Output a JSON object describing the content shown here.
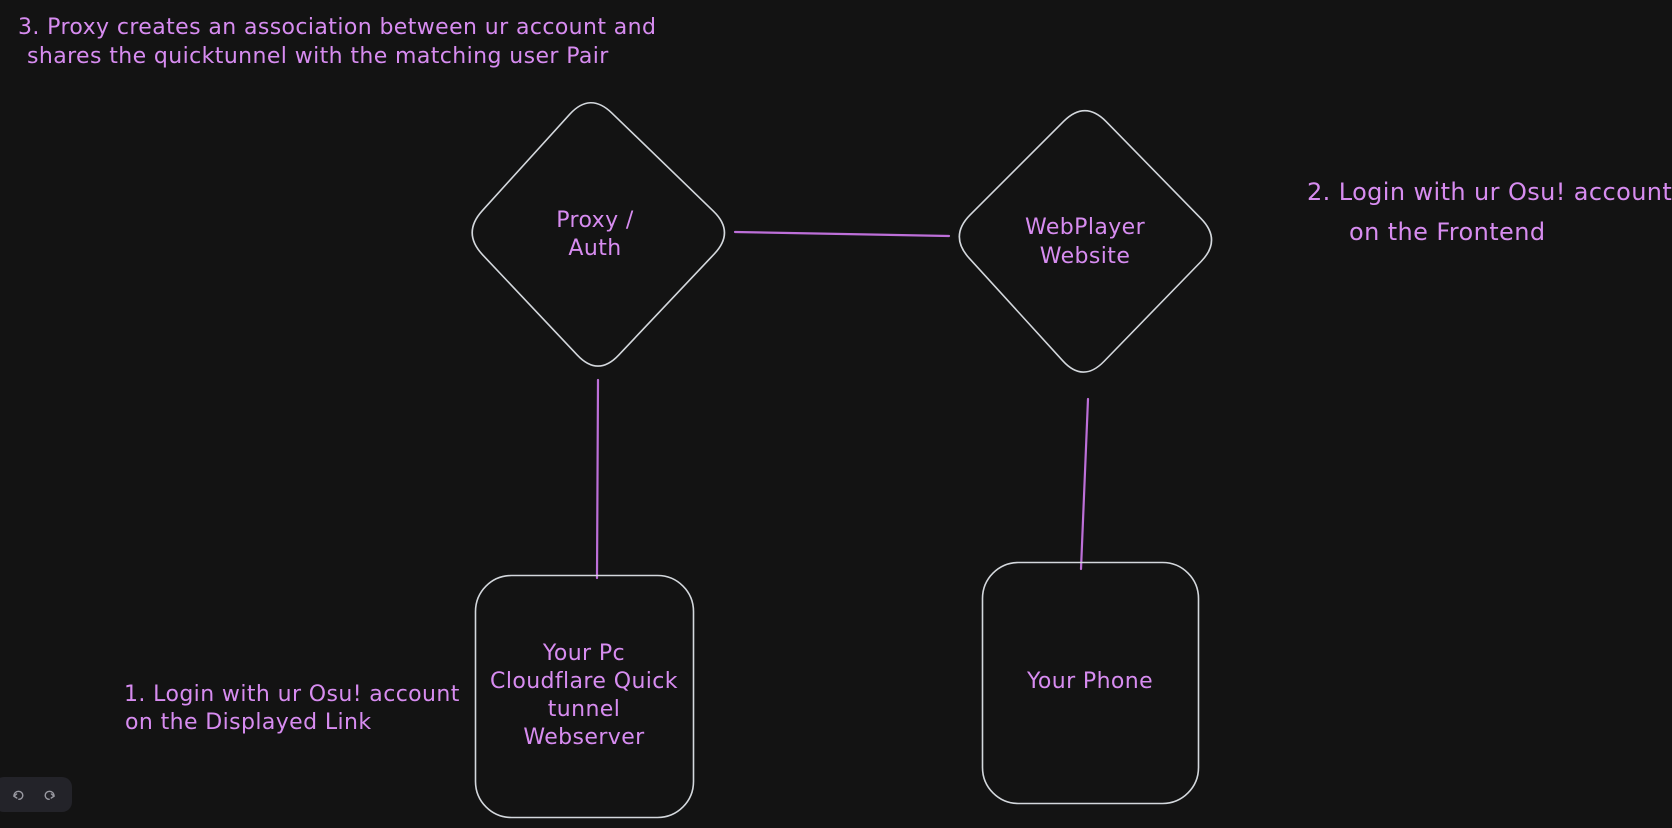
{
  "app": {
    "kind": "whiteboard-canvas"
  },
  "colors": {
    "background": "#131313",
    "shape_stroke": "#d4d8dd",
    "text_purple": "#d78cf0",
    "connector_purple": "#bd6fd9",
    "island_background": "#232329",
    "icon_gray": "#9a9aa2"
  },
  "notes": {
    "step3": {
      "line1": "3. Proxy creates an association between ur account and",
      "line2": "shares the quicktunnel with the matching user Pair"
    },
    "step2": {
      "line1": "2. Login with ur Osu! account",
      "line2": "on the Frontend"
    },
    "step1": {
      "line1": "1. Login with ur Osu! account",
      "line2": "on the Displayed Link"
    }
  },
  "shapes": {
    "proxy_auth_diamond": {
      "type": "diamond",
      "lines": [
        "Proxy /",
        "Auth"
      ]
    },
    "webplayer_diamond": {
      "type": "diamond",
      "lines": [
        "WebPlayer",
        "Website"
      ]
    },
    "pc_webserver_rect": {
      "type": "rounded-rectangle",
      "lines": [
        "Your Pc",
        "Cloudflare Quick",
        "tunnel",
        "Webserver"
      ]
    },
    "phone_rect": {
      "type": "rounded-rectangle",
      "lines": [
        "Your Phone"
      ]
    }
  },
  "connectors": {
    "proxy_to_webplayer": "line between Proxy/Auth diamond and WebPlayer Website diamond",
    "proxy_to_pc": "line between Proxy/Auth diamond and Your Pc webserver box",
    "webplayer_to_phone": "line between WebPlayer Website diamond and Your Phone box"
  },
  "history_toolbar": {
    "undo": "undo",
    "redo": "redo"
  }
}
